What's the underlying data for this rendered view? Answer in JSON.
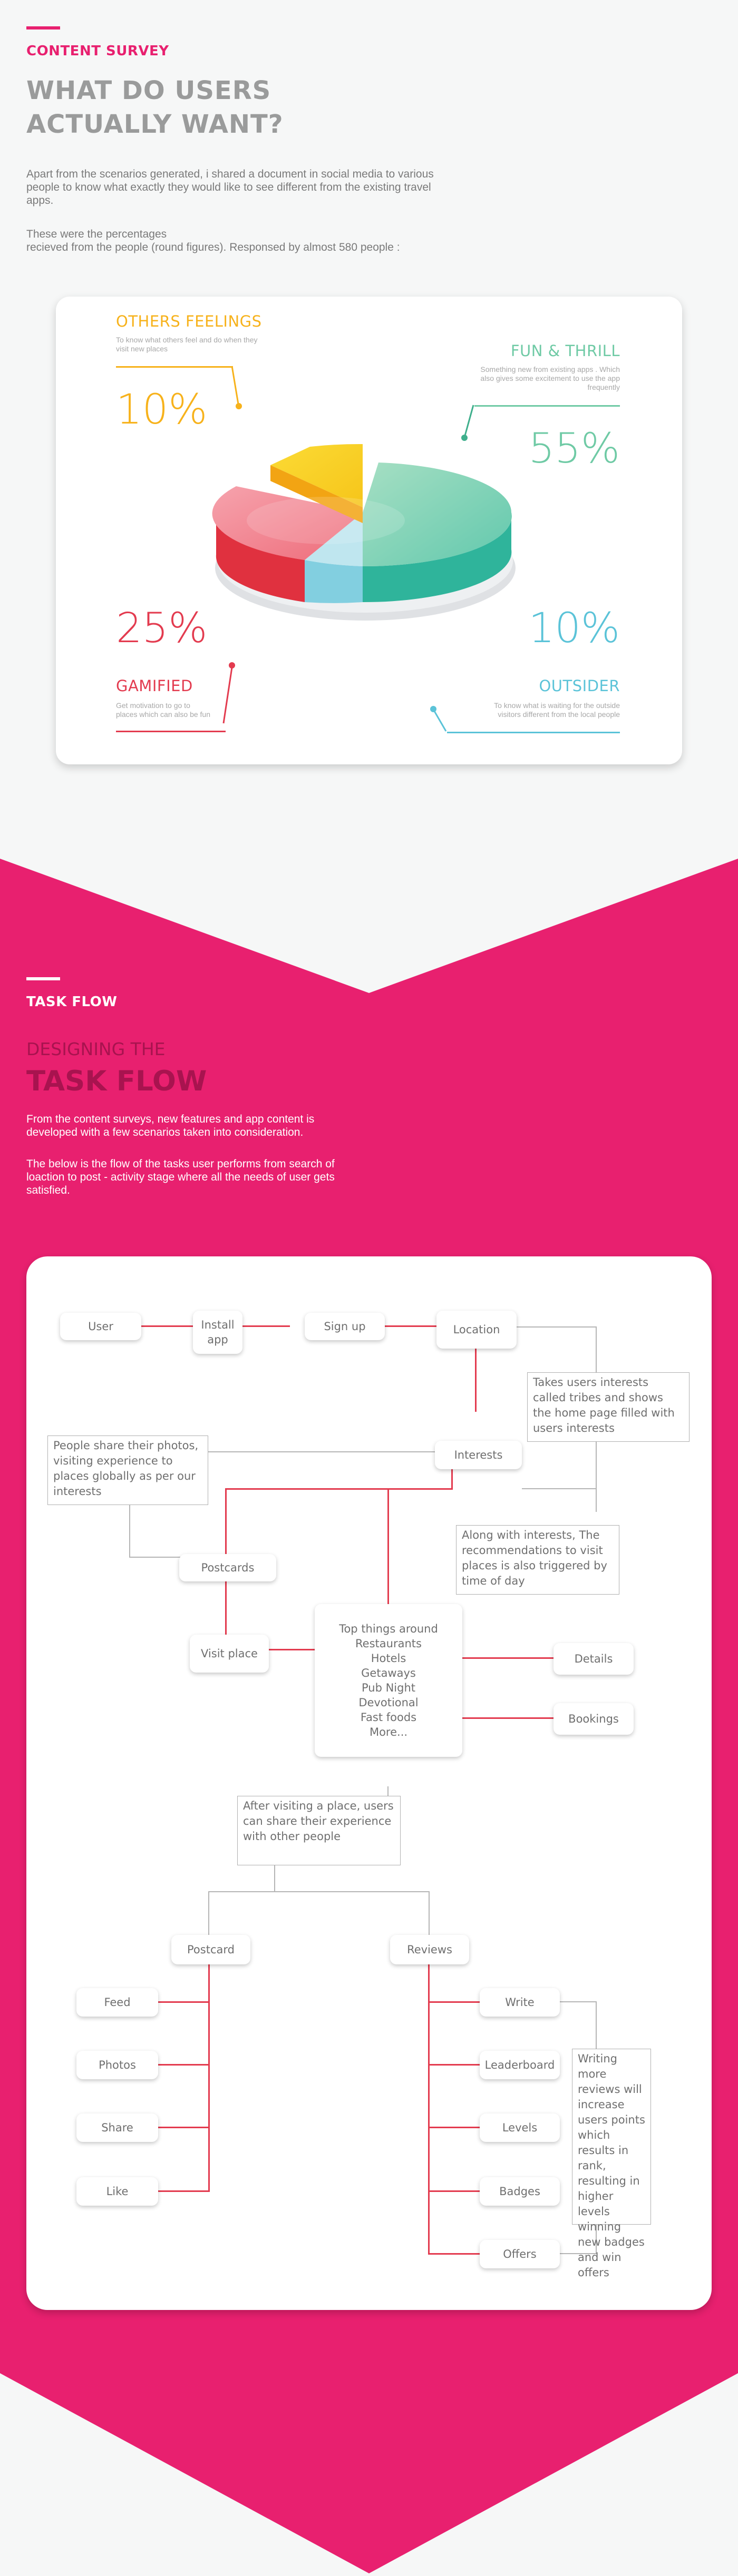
{
  "survey": {
    "kicker": "CONTENT SURVEY",
    "title_line1": "WHAT DO USERS",
    "title_line2": "ACTUALLY WANT?",
    "para1": "Apart from the scenarios generated, i shared a document in social media to various people to know what exactly they would like to see different from the existing travel apps.",
    "para2_line1": "These were the percentages",
    "para2_line2": "recieved from the people (round figures). Responsed by almost 580 people :"
  },
  "stats": {
    "others": {
      "label": "OTHERS FEELINGS",
      "desc": "To know what others feel and do when they visit new places",
      "pct": "10%",
      "color": "#f7b21b"
    },
    "fun": {
      "label": "FUN & THRILL",
      "desc": "Something new from existing apps . Which also gives some excitement to use the app frequently",
      "pct": "55%",
      "color": "#6fcaa5"
    },
    "gamified": {
      "label": "GAMIFIED",
      "desc": "Get motivation to go to places which can also be fun",
      "pct": "25%",
      "color": "#e33b4f"
    },
    "outsider": {
      "label": "OUTSIDER",
      "desc": "To know what is waiting for the outside visitors different from the local people",
      "pct": "10%",
      "color": "#5bc3d8"
    }
  },
  "chart_data": {
    "type": "pie",
    "categories": [
      "FUN & THRILL",
      "GAMIFIED",
      "OTHERS FEELINGS",
      "OUTSIDER"
    ],
    "values": [
      55,
      25,
      10,
      10
    ],
    "colors": [
      "#3fc0a5",
      "#e8414f",
      "#f9c51a",
      "#6ccbdc"
    ]
  },
  "taskflow": {
    "kicker": "TASK FLOW",
    "subtitle": "DESIGNING THE",
    "title": "TASK FLOW",
    "para1": "From the content surveys, new features and app content is developed with a few scenarios taken into consideration.",
    "para2": "The below is the flow of the tasks user performs from search of loaction to post -  activity stage where all the needs of user gets satisfied."
  },
  "flow": {
    "user": "User",
    "install": "Install app",
    "signup": "Sign up",
    "location": "Location",
    "note_tribes": "Takes users interests called tribes and shows the home page filled with users interests",
    "note_share": "People share their photos, visiting experience to places globally as per our interests",
    "interests": "Interests",
    "note_recommend": "Along with interests, The recommendations to visit places is also triggered by time of day",
    "postcards": "Postcards",
    "top_things": [
      "Top things around",
      "Restaurants",
      "Hotels",
      "Getaways",
      "Pub Night",
      "Devotional",
      "Fast foods",
      "More..."
    ],
    "visit_place": "Visit place",
    "details": "Details",
    "bookings": "Bookings",
    "note_after": "After visiting a place, users can share their experience with other people",
    "postcard": "Postcard",
    "reviews": "Reviews",
    "feed": "Feed",
    "photos": "Photos",
    "share": "Share",
    "like": "Like",
    "write": "Write",
    "leaderboard": "Leaderboard",
    "levels": "Levels",
    "badges": "Badges",
    "offers": "Offers",
    "note_reviews": "Writing more reviews will increase users points which results in rank, resulting in higher levels winning new badges and win offers"
  }
}
